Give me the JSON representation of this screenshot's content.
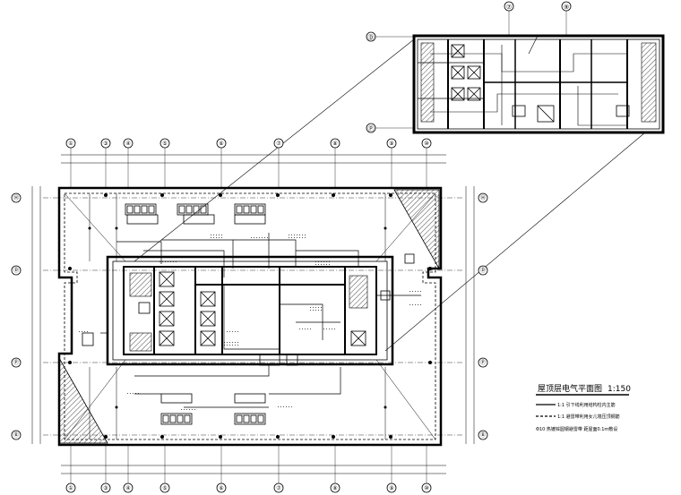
{
  "title": {
    "text": "屋顶层电气平面图",
    "scale": "1:150"
  },
  "grid_axes": {
    "top": [
      "①",
      "③",
      "④",
      "⑤",
      "⑥",
      "⑦",
      "⑧",
      "⑨",
      "⑩"
    ],
    "bottom": [
      "①",
      "③",
      "④",
      "⑤",
      "⑥",
      "⑦",
      "⑧",
      "⑨",
      "⑩"
    ],
    "left": [
      "Ⓗ",
      "Ⓓ",
      "Ⓟ",
      "Ⓑ"
    ],
    "right": [
      "Ⓗ",
      "Ⓓ",
      "Ⓟ",
      "Ⓑ"
    ],
    "inset_left": [
      "Ⓓ",
      "Ⓟ"
    ],
    "inset_top": [
      "⑦",
      "⑨"
    ]
  },
  "legend": [
    "1:1 引下线利用结构柱内主筋",
    "1:1 避雷带利用女儿墙压顶钢筋",
    "Φ10 热镀锌圆钢避雷带 距屋面0.1m敷设"
  ],
  "colors": {
    "line": "#000000",
    "hatch": "#000000",
    "background": "#ffffff"
  }
}
